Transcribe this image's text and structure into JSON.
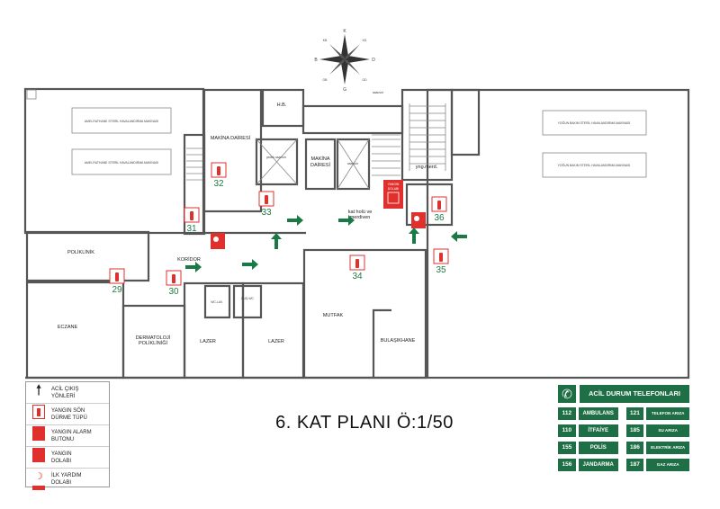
{
  "title": "6. KAT PLANI Ö:1/50",
  "colors": {
    "exit_green": "#1a7a45",
    "fire_red": "#e0302e",
    "board_green": "#1e6e46"
  },
  "compass": {
    "n": "K",
    "s": "G",
    "e": "D",
    "w": "B",
    "ne": "KD",
    "nw": "KB",
    "se": "GD",
    "sw": "GB"
  },
  "rooms": {
    "amel1": "AMELİYATHANE STERİL HAVALANDIRMA MAKİNASI",
    "amel2": "AMELİYATHANE STERİL HAVALANDIRMA MAKİNASI",
    "yogun1": "YOĞUN BAKIM STERİL HAVALANDIRMA MAKİNASI",
    "yogun2": "YOĞUN BAKIM STERİL HAVALANDIRMA MAKİNASI",
    "makina1": "MAKİNA DAİRESİ",
    "hb": "H.B.",
    "asansor_top": "asansör",
    "yedek_asansor": "yedek asansör",
    "makina2_a": "MAKİNA",
    "makina2_b": "DAİRESİ",
    "asansor2": "asansör",
    "yng_merd": "yng.merd.",
    "kat_holu_a": "kat holü ve",
    "kat_holu_b": "merdiven",
    "poliklinik": "POLİKLİNİK",
    "koridor": "KORİDOR",
    "eczane": "ECZANE",
    "dermatoloji_a": "DERMATOLOJİ",
    "dermatoloji_b": "POLİKLİNİĞİ",
    "lazer1": "LAZER",
    "lazer2": "LAZER",
    "mutfak": "MUTFAK",
    "bulasikhane": "BULAŞIKHANE",
    "yangin_dolabi_a": "YANGIN",
    "yangin_dolabi_b": "DOLABI",
    "wc": "WC-LAV.",
    "dus": "DUŞ-WC"
  },
  "extinguishers": [
    "29",
    "30",
    "31",
    "32",
    "33",
    "34",
    "35",
    "36"
  ],
  "legend": [
    {
      "icon": "exit-arrow-icon",
      "line1": "ACİL ÇIKIŞ",
      "line2": "YÖNLERİ"
    },
    {
      "icon": "extinguisher-icon",
      "line1": "YANGIN SÖN",
      "line2": "DÜRME TÜPÜ"
    },
    {
      "icon": "fire-alarm-icon",
      "line1": "YANGIN ALARM",
      "line2": "BUTONU"
    },
    {
      "icon": "fire-cabinet-icon",
      "line1": "YANGIN",
      "line2": "DOLABI"
    },
    {
      "icon": "first-aid-icon",
      "line1": "İLK YARDIM",
      "line2": "DOLABI"
    }
  ],
  "phones": {
    "header": "ACİL DURUM TELEFONLARI",
    "left": [
      {
        "number": "112",
        "name": "AMBULANS"
      },
      {
        "number": "110",
        "name": "İTFAİYE"
      },
      {
        "number": "155",
        "name": "POLİS"
      },
      {
        "number": "156",
        "name": "JANDARMA"
      }
    ],
    "right": [
      {
        "number": "121",
        "name": "TELEFON ARIZA"
      },
      {
        "number": "185",
        "name": "SU ARIZA"
      },
      {
        "number": "186",
        "name": "ELEKTRİK ARIZA"
      },
      {
        "number": "187",
        "name": "GAZ ARIZA"
      }
    ]
  }
}
